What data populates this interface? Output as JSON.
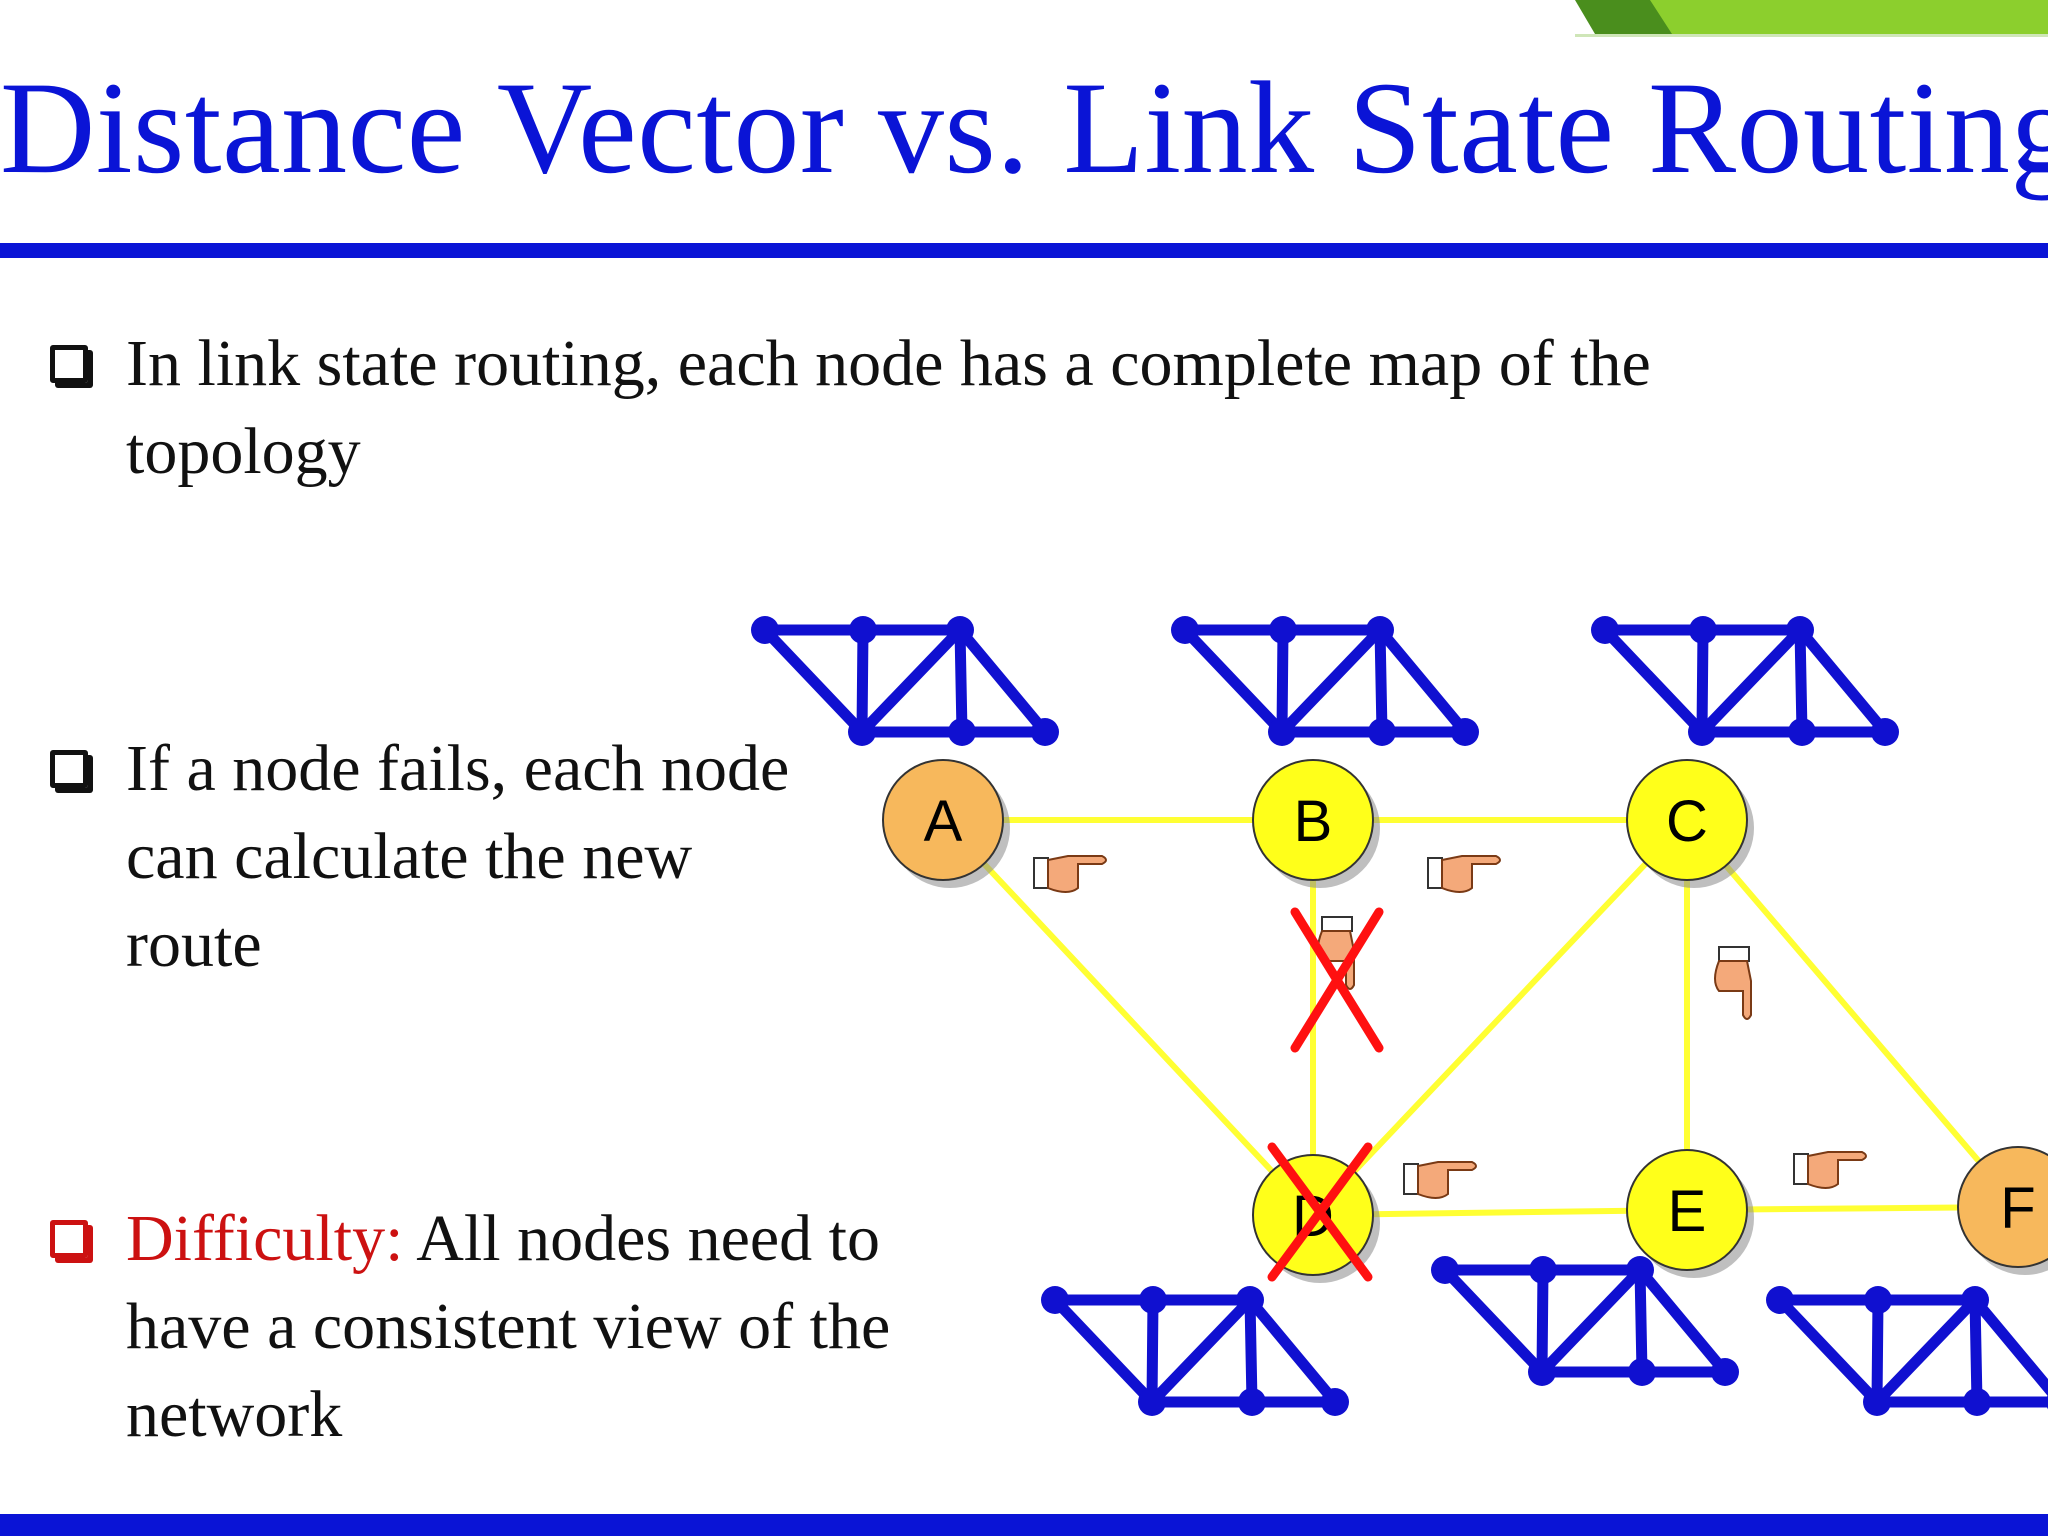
{
  "slide": {
    "title": "Distance Vector vs. Link State Routing",
    "accent_color": "#0a14d6",
    "highlight_color": "#cc1111"
  },
  "bullets": [
    {
      "text": "In link state routing, each node has a complete map of the topology"
    },
    {
      "text": "If a node fails, each node can calculate the new route"
    },
    {
      "lead": "Difficulty:",
      "text": " All nodes need to have a consistent view of the network"
    }
  ],
  "diagram": {
    "nodes": [
      {
        "id": "A",
        "label": "A",
        "color": "#f7b85c"
      },
      {
        "id": "B",
        "label": "B",
        "color": "#ffff1a"
      },
      {
        "id": "C",
        "label": "C",
        "color": "#ffff1a"
      },
      {
        "id": "D",
        "label": "D",
        "color": "#ffff1a",
        "failed": true
      },
      {
        "id": "E",
        "label": "E",
        "color": "#ffff1a"
      },
      {
        "id": "F",
        "label": "F",
        "color": "#f7b85c"
      }
    ],
    "links": [
      {
        "from": "A",
        "to": "B"
      },
      {
        "from": "B",
        "to": "C"
      },
      {
        "from": "A",
        "to": "D"
      },
      {
        "from": "B",
        "to": "D",
        "failed": true
      },
      {
        "from": "D",
        "to": "C"
      },
      {
        "from": "C",
        "to": "E"
      },
      {
        "from": "C",
        "to": "F"
      },
      {
        "from": "D",
        "to": "E"
      },
      {
        "from": "E",
        "to": "F"
      }
    ],
    "link_color": "#ffff33",
    "map_color": "#1010d0",
    "fail_mark_color": "#ff1010",
    "pointer_icon": "pointing-hand-icon"
  }
}
